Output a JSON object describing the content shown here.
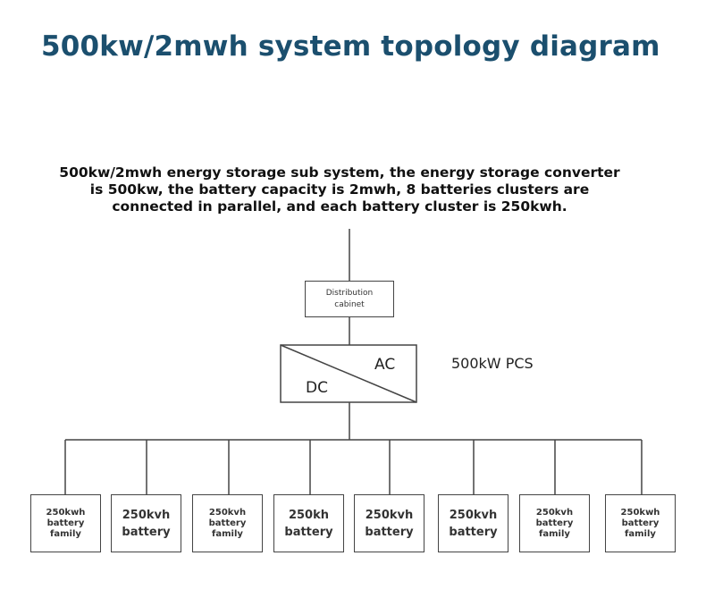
{
  "title": "500kw/2mwh system topology diagram",
  "description": {
    "lines": [
      "500kw/2mwh energy storage sub system, the energy storage converter",
      "is 500kw, the battery capacity is 2mwh, 8 batteries clusters are",
      "connected in parallel, and each battery cluster is 250kwh."
    ]
  },
  "distribution_cabinet": {
    "line1": "Distribution",
    "line2": "cabinet"
  },
  "pcs": {
    "ac": "AC",
    "dc": "DC",
    "label": "500kW PCS"
  },
  "batteries": [
    {
      "line1": "250kwh",
      "line2": "battery",
      "line3": "family"
    },
    {
      "line1": "250kvh",
      "line2": "battery",
      "line3": ""
    },
    {
      "line1": "250kvh",
      "line2": "battery",
      "line3": "family"
    },
    {
      "line1": "250kh",
      "line2": "battery",
      "line3": ""
    },
    {
      "line1": "250kvh",
      "line2": "battery",
      "line3": ""
    },
    {
      "line1": "250kvh",
      "line2": "battery",
      "line3": ""
    },
    {
      "line1": "250kvh",
      "line2": "battery",
      "line3": "family"
    },
    {
      "line1": "250kwh",
      "line2": "battery",
      "line3": "family"
    }
  ]
}
